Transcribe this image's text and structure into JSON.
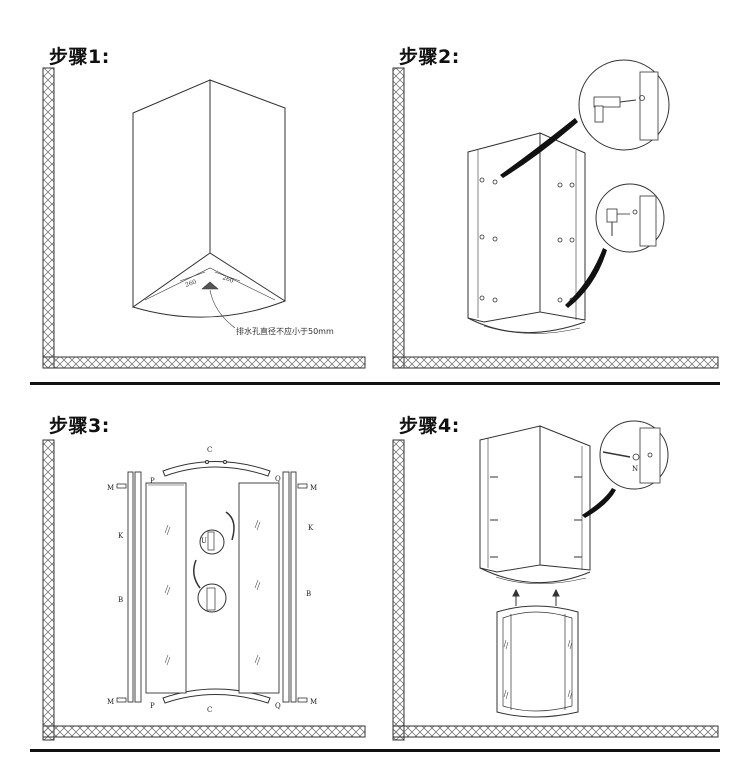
{
  "steps": [
    {
      "title": "步骤1:"
    },
    {
      "title": "步骤2:"
    },
    {
      "title": "步骤3:"
    },
    {
      "title": "步骤4:"
    }
  ],
  "step1": {
    "dim_left": "260",
    "dim_right": "260",
    "drain_note": "排水孔直径不应小于50mm"
  },
  "step3": {
    "labels": {
      "c": "C",
      "p": "P",
      "q": "Q",
      "k": "K",
      "b": "B",
      "m": "M",
      "u": "U"
    }
  },
  "step4": {
    "label_n": "N"
  },
  "colors": {
    "line": "#333333",
    "hatch": "#555555",
    "rule": "#111111"
  }
}
